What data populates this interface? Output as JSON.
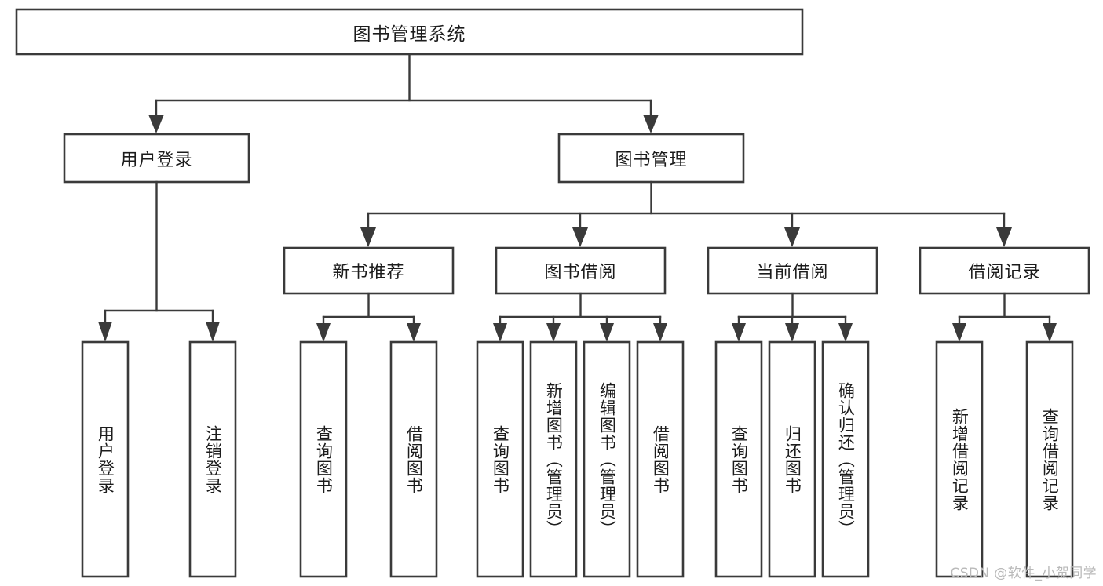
{
  "diagram": {
    "title": "图书管理系统",
    "type": "tree",
    "watermark": "CSDN @软件_小贺同学",
    "colors": {
      "box_stroke": "#3a3a3a",
      "box_fill": "#ffffff",
      "connector": "#3a3a3a",
      "text": "#1c1c1c",
      "background": "#ffffff",
      "watermark": "#b9b9b9"
    },
    "root": {
      "id": "root",
      "label": "图书管理系统",
      "orientation": "horizontal"
    },
    "level2": [
      {
        "id": "user-login",
        "label": "用户登录",
        "orientation": "horizontal"
      },
      {
        "id": "book-manage",
        "label": "图书管理",
        "orientation": "horizontal"
      }
    ],
    "level3": [
      {
        "id": "new-book-recommend",
        "label": "新书推荐",
        "orientation": "horizontal",
        "parent": "book-manage"
      },
      {
        "id": "book-borrow",
        "label": "图书借阅",
        "orientation": "horizontal",
        "parent": "book-manage"
      },
      {
        "id": "current-borrow",
        "label": "当前借阅",
        "orientation": "horizontal",
        "parent": "book-manage"
      },
      {
        "id": "borrow-record",
        "label": "借阅记录",
        "orientation": "horizontal",
        "parent": "book-manage"
      }
    ],
    "leaves": [
      {
        "id": "leaf-user-login",
        "label": "用户登录",
        "orientation": "vertical",
        "parent": "user-login"
      },
      {
        "id": "leaf-user-logout",
        "label": "注销登录",
        "orientation": "vertical",
        "parent": "user-login"
      },
      {
        "id": "leaf-query-book-1",
        "label": "查询图书",
        "orientation": "vertical",
        "parent": "new-book-recommend"
      },
      {
        "id": "leaf-borrow-book-1",
        "label": "借阅图书",
        "orientation": "vertical",
        "parent": "new-book-recommend"
      },
      {
        "id": "leaf-query-book-2",
        "label": "查询图书",
        "orientation": "vertical",
        "parent": "book-borrow"
      },
      {
        "id": "leaf-add-book",
        "label": "新增图书（管理员）",
        "orientation": "vertical",
        "parent": "book-borrow"
      },
      {
        "id": "leaf-edit-book",
        "label": "编辑图书（管理员）",
        "orientation": "vertical",
        "parent": "book-borrow"
      },
      {
        "id": "leaf-borrow-book-2",
        "label": "借阅图书",
        "orientation": "vertical",
        "parent": "book-borrow"
      },
      {
        "id": "leaf-query-book-3",
        "label": "查询图书",
        "orientation": "vertical",
        "parent": "current-borrow"
      },
      {
        "id": "leaf-return-book",
        "label": "归还图书",
        "orientation": "vertical",
        "parent": "current-borrow"
      },
      {
        "id": "leaf-confirm-return",
        "label": "确认归还（管理员）",
        "orientation": "vertical",
        "parent": "current-borrow"
      },
      {
        "id": "leaf-add-record",
        "label": "新增借阅记录",
        "orientation": "vertical",
        "parent": "borrow-record"
      },
      {
        "id": "leaf-query-record",
        "label": "查询借阅记录",
        "orientation": "vertical",
        "parent": "borrow-record"
      }
    ]
  }
}
